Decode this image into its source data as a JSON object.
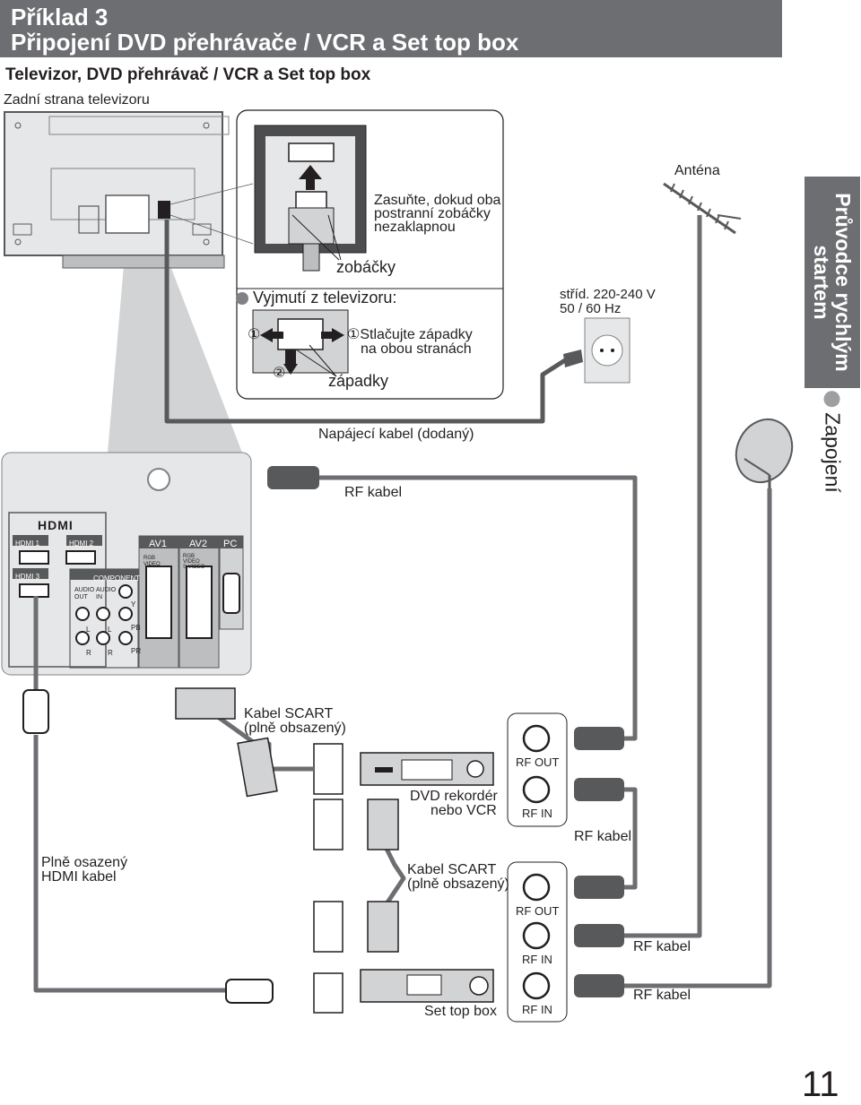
{
  "header": {
    "line1": "Příklad 3",
    "line2": "Připojení DVD přehrávače / VCR a Set top box"
  },
  "subtitle": "Televizor, DVD přehrávač / VCR a Set top box",
  "rear_label": "Zadní strana televizoru",
  "inset": {
    "insert_text": [
      "Zasuňte, dokud oba",
      "postranní zobáčky",
      "nezaklapnou"
    ],
    "hooks_label": "zobáčky",
    "remove_title": "Vyjmutí z televizoru:",
    "step1": "①",
    "press_text": [
      "①Stlačujte západky",
      "na obou stranách"
    ],
    "step2": "②",
    "latches_label": "západky"
  },
  "mains": [
    "stříd. 220-240 V",
    "50 / 60 Hz"
  ],
  "antenna_label": "Anténa",
  "power_cable_label": "Napájecí kabel (dodaný)",
  "rf_cable_label": "RF kabel",
  "panel": {
    "hdmi_logo": "HDMI",
    "hdmi1": "HDMI 1",
    "hdmi2": "HDMI 2",
    "hdmi3": "HDMI 3",
    "component": "COMPONENT",
    "audio_out": [
      "AUDIO",
      "OUT"
    ],
    "audio_in": [
      "AUDIO",
      "IN"
    ],
    "av1": "AV1",
    "av2": "AV2",
    "pc": "PC",
    "l": "L",
    "r": "R",
    "y": "Y",
    "pb": "PB",
    "pr": "PR",
    "rgb_video": [
      "RGB",
      "VIDEO"
    ],
    "rgb_video_svideo": [
      "RGB",
      "VIDEO",
      "S VIDEO"
    ]
  },
  "scart_label_1": [
    "Kabel SCART",
    "(plně obsazený)"
  ],
  "scart_label_2": [
    "Kabel SCART",
    "(plně obsazený)"
  ],
  "hdmi_cable_label": [
    "Plně osazený",
    "HDMI kabel"
  ],
  "dvd_label": [
    "DVD rekordér",
    "nebo VCR"
  ],
  "stb_label": "Set top box",
  "rf_out": "RF OUT",
  "rf_in": "RF IN",
  "rf_kabel_1": "RF kabel",
  "rf_kabel_2": "RF kabel",
  "rf_kabel_3": "RF kabel",
  "sidebar": {
    "line1": "Průvodce rychlým",
    "line2": "startem"
  },
  "sidebar_section": "Zapojení",
  "page_number": "11"
}
